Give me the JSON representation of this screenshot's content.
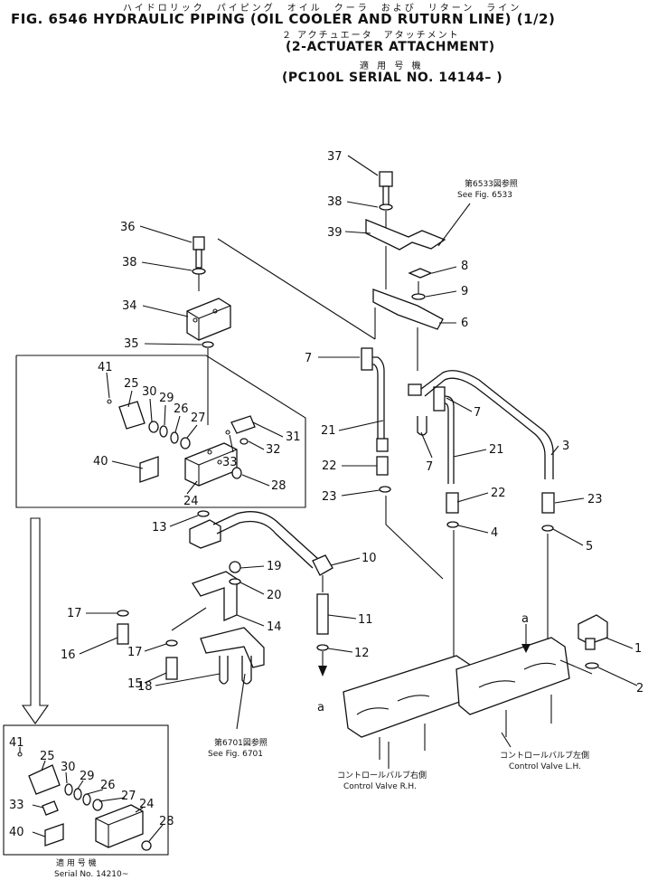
{
  "header": {
    "title": "FIG. 6546  HYDRAULIC PIPING (OIL COOLER AND RUTURN LINE) (1/2)",
    "title_kana": "ハイドロリック　パイピング　オイル　クーラ　および　リターン　ライン",
    "subtitle_kana": "２ アクチュエータ　アタッチメント",
    "subtitle": "(2-ACTUATER ATTACHMENT)",
    "serial_kana": "適 用 号 機",
    "serial": "(PC100L  SERIAL  NO. 14144– )"
  },
  "callouts": [
    "37",
    "38",
    "39",
    "8",
    "9",
    "6",
    "36",
    "38",
    "34",
    "35",
    "7",
    "41",
    "25",
    "30",
    "29",
    "26",
    "27",
    "31",
    "32",
    "33",
    "28",
    "40",
    "24",
    "21",
    "7",
    "7",
    "3",
    "22",
    "21",
    "23",
    "22",
    "4",
    "23",
    "5",
    "13",
    "10",
    "19",
    "20",
    "17",
    "11",
    "16",
    "14",
    "17",
    "12",
    "15",
    "18",
    "1",
    "2",
    "41",
    "25",
    "30",
    "29",
    "26",
    "27",
    "33",
    "24",
    "40",
    "28"
  ],
  "arrow_labels": [
    "a",
    "a"
  ],
  "notes": {
    "see_6533_jp": "第6533図参照",
    "see_6533": "See Fig. 6533",
    "see_6701_jp": "第6701図参照",
    "see_6701": "See Fig. 6701",
    "cv_rh_jp": "コントロールバルブ右側",
    "cv_rh": "Control Valve R.H.",
    "cv_lh_jp": "コントロールバルブ左側",
    "cv_lh": "Control Valve L.H.",
    "inset_kana": "適 用 号 機",
    "inset_serial": "Serial No. 14210~"
  }
}
